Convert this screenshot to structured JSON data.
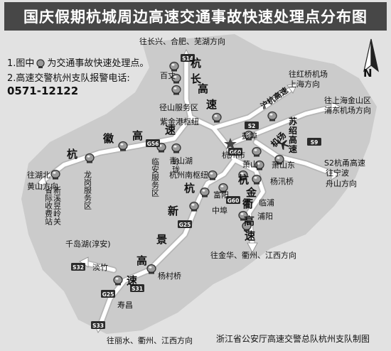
{
  "title": "国庆假期杭城周边高速交通事故快速处理点分布图",
  "legend": {
    "line1_prefix": "1.图中",
    "line1_suffix": "为交通事故快速处理点。",
    "line2": "2.高速交警杭州支队报警电话:",
    "phone": "0571-12122"
  },
  "compass": "N",
  "credit": "浙江省公安厅高速交警总队杭州支队制图",
  "highways": [
    {
      "text": "杭",
      "size": 15
    },
    {
      "text": "长",
      "size": 15
    },
    {
      "text": "高",
      "size": 15
    },
    {
      "text": "速",
      "size": 15
    },
    {
      "text": "杭",
      "size": 15
    },
    {
      "text": "徽",
      "size": 15
    },
    {
      "text": "高",
      "size": 15
    },
    {
      "text": "速",
      "size": 15
    },
    {
      "text": "杭",
      "size": 15
    },
    {
      "text": "新",
      "size": 15
    },
    {
      "text": "景",
      "size": 15
    },
    {
      "text": "高",
      "size": 15
    },
    {
      "text": "速",
      "size": 15
    },
    {
      "text": "杭",
      "size": 15
    },
    {
      "text": "金",
      "size": 15
    },
    {
      "text": "衢",
      "size": 15
    },
    {
      "text": "高",
      "size": 15
    },
    {
      "text": "速",
      "size": 15
    },
    {
      "text": "沪杭高速",
      "size": 11
    },
    {
      "text": "苏",
      "size": 12
    },
    {
      "text": "绍",
      "size": 12
    },
    {
      "text": "高",
      "size": 12
    },
    {
      "text": "速",
      "size": 12
    },
    {
      "text": "机场",
      "size": 12
    }
  ],
  "places": [
    {
      "text": "往长兴、合肥、芜湖方向"
    },
    {
      "text": "百丈"
    },
    {
      "text": "径山服务区"
    },
    {
      "text": "紫金港枢纽"
    },
    {
      "text": "往红桥机场"
    },
    {
      "text": "上海方向"
    },
    {
      "text": "往上海金山区"
    },
    {
      "text": "浦东机场方向"
    },
    {
      "text": "彭埠"
    },
    {
      "text": "杭州市"
    },
    {
      "text": "萧山"
    },
    {
      "text": "萧山东"
    },
    {
      "text": "杨汛桥"
    },
    {
      "text": "S2杭甬高速"
    },
    {
      "text": "往宁波"
    },
    {
      "text": "舟山方向"
    },
    {
      "text": "青山湖"
    },
    {
      "text": "杭州南枢纽"
    },
    {
      "text": "富阳"
    },
    {
      "text": "临浦"
    },
    {
      "text": "中埠"
    },
    {
      "text": "浦阳"
    },
    {
      "text": "往金华、衢州、江西方向"
    },
    {
      "text": "千岛湖(淳安)"
    },
    {
      "text": "淡竹"
    },
    {
      "text": "杨村桥"
    },
    {
      "text": "寿昌"
    },
    {
      "text": "往丽水、衢州、江西方向"
    },
    {
      "text": "往湖北"
    },
    {
      "text": "黄山方向"
    }
  ],
  "vertical_places": [
    {
      "text": "省际收费站"
    },
    {
      "text": "新溪昱岭关"
    },
    {
      "text": "龙岗服务区"
    },
    {
      "text": "临安服务区"
    },
    {
      "text": "玲珑"
    }
  ],
  "shields": [
    {
      "code": "S14"
    },
    {
      "code": "S2"
    },
    {
      "code": "S9"
    },
    {
      "code": "G56"
    },
    {
      "code": "G60"
    },
    {
      "code": "G60"
    },
    {
      "code": "G25"
    },
    {
      "code": "S32"
    },
    {
      "code": "S31"
    },
    {
      "code": "S33"
    },
    {
      "code": "G25"
    }
  ],
  "stations_count": 24,
  "colors": {
    "background": "#e2e2e2",
    "road": "#ffffff",
    "road_edge": "#b8b8b8",
    "land": "#c9c9c9",
    "title_bg": "#474747"
  }
}
